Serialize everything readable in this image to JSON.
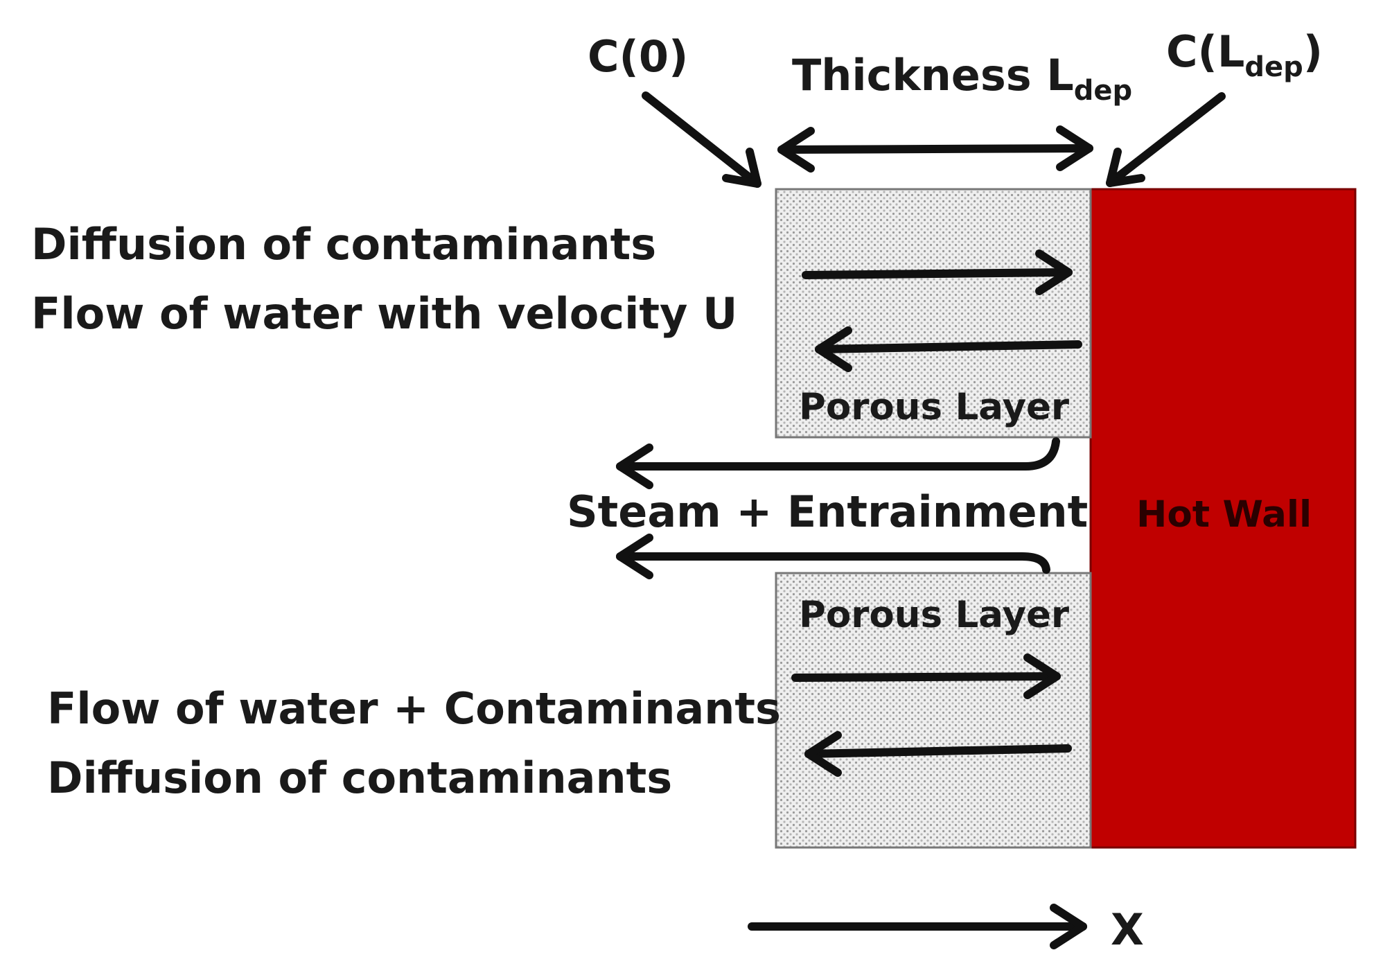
{
  "labels": {
    "c0": "C(0)",
    "c_l_main": "C(L",
    "c_l_sub": "dep",
    "c_l_close": ")",
    "thickness_main": "Thickness L",
    "thickness_sub": "dep",
    "upper_line1": "Diffusion of contaminants",
    "upper_line2": "Flow of water with velocity U",
    "porous_upper": "Porous Layer",
    "steam": "Steam + Entrainment",
    "hot_wall": "Hot Wall",
    "porous_lower": "Porous Layer",
    "lower_line1": "Flow of water + Contaminants",
    "lower_line2": "Diffusion of contaminants",
    "x_axis": "X"
  },
  "colors": {
    "hot_wall": "#c00000",
    "porous_fill": "#e6e6e6",
    "ink": "#111111"
  }
}
